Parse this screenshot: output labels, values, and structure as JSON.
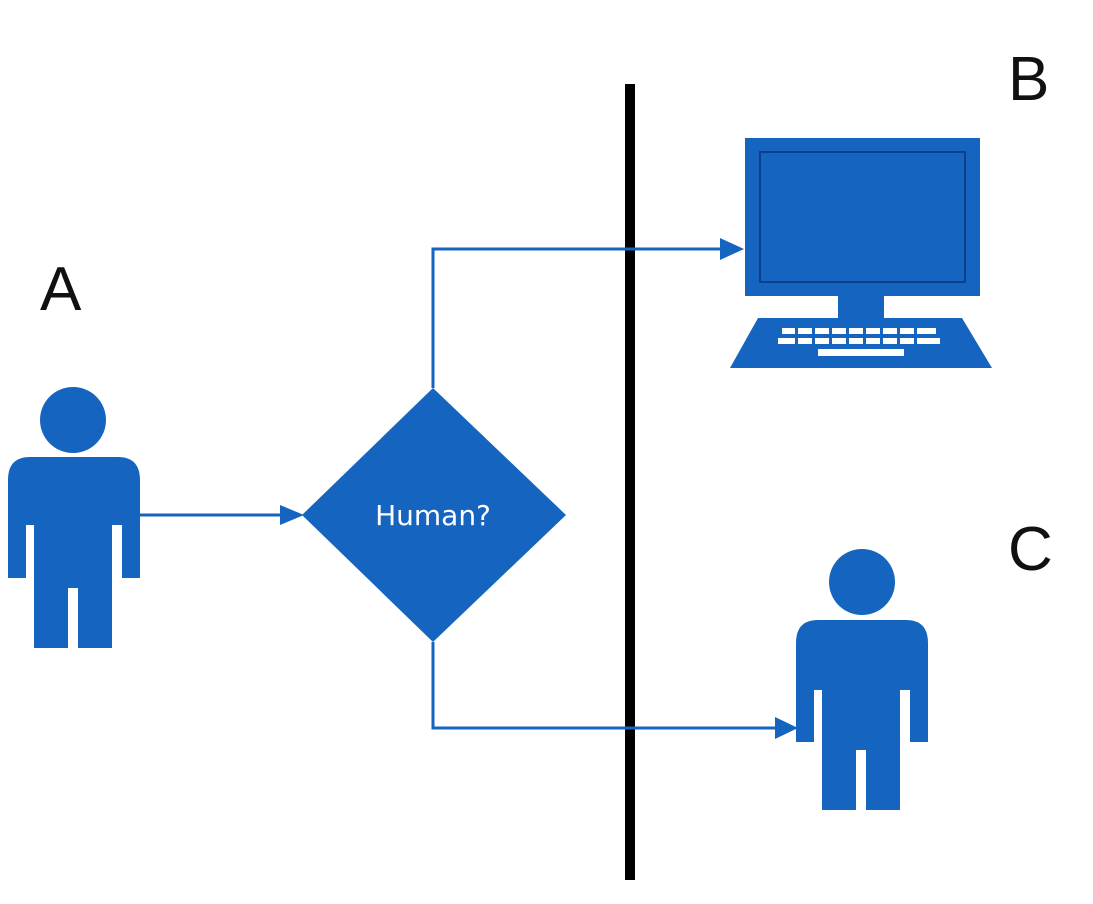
{
  "labels": {
    "a": "A",
    "b": "B",
    "c": "C"
  },
  "decision": {
    "text": "Human?"
  },
  "colors": {
    "primary": "#1565c0",
    "divider": "#000000",
    "background": "#ffffff"
  },
  "icons": {
    "source": "person-icon",
    "target_b": "computer-icon",
    "target_c": "person-icon"
  }
}
